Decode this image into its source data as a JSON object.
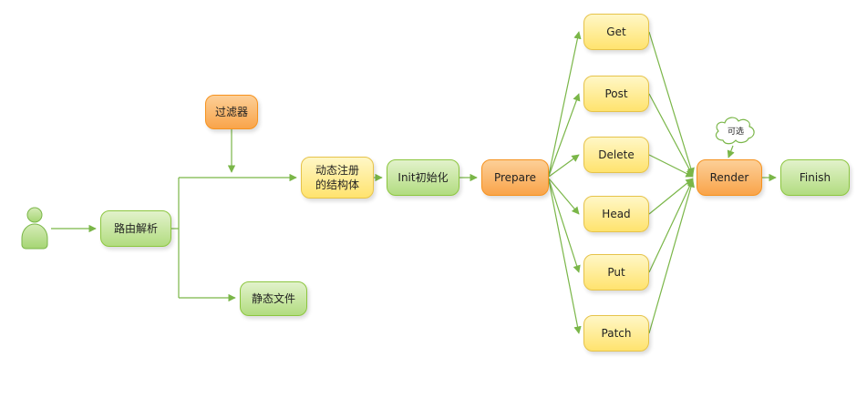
{
  "diagram": {
    "nodes": {
      "route_parse": "路由解析",
      "filter": "过滤器",
      "static_files": "静态文件",
      "dynamic_struct": "动态注册\n的结构体",
      "init": "Init初始化",
      "prepare": "Prepare",
      "render": "Render",
      "finish": "Finish",
      "optional_note": "可选"
    },
    "methods": [
      "Get",
      "Post",
      "Delete",
      "Head",
      "Put",
      "Patch"
    ]
  },
  "colors": {
    "line": "#7ab648",
    "green_fill": "#c9e6a0",
    "green_border": "#8cc63f",
    "orange_fill": "#fbb05c",
    "orange_border": "#f6921e",
    "yellow_fill": "#ffe991",
    "yellow_border": "#e6c34a",
    "background": "#ffffff"
  }
}
